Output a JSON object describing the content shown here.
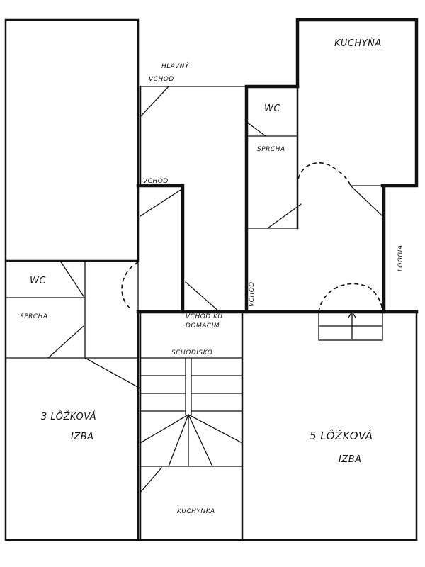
{
  "labels": {
    "kitchen_top": "KUCHYŇA",
    "main_entrance_line1": "HLAVNÝ",
    "main_entrance_line2": "VCHOD",
    "wc_right": "WC",
    "shower_right": "SPRCHA",
    "entrance_mid": "VCHOD",
    "loggia": "LOGGIA",
    "entrance_vertical": "VCHOD",
    "wc_left": "WC",
    "shower_left": "SPRCHA",
    "entrance_to_home_line1": "VCHOD KU",
    "entrance_to_home_line2": "DOMÁCIM",
    "staircase": "SCHODISKO",
    "room3_line1": "3 LÔŽKOVÁ",
    "room3_line2": "IZBA",
    "room5_line1": "5 LÔŽKOVÁ",
    "room5_line2": "IZBA",
    "kitchenette": "KUCHYNKA"
  }
}
